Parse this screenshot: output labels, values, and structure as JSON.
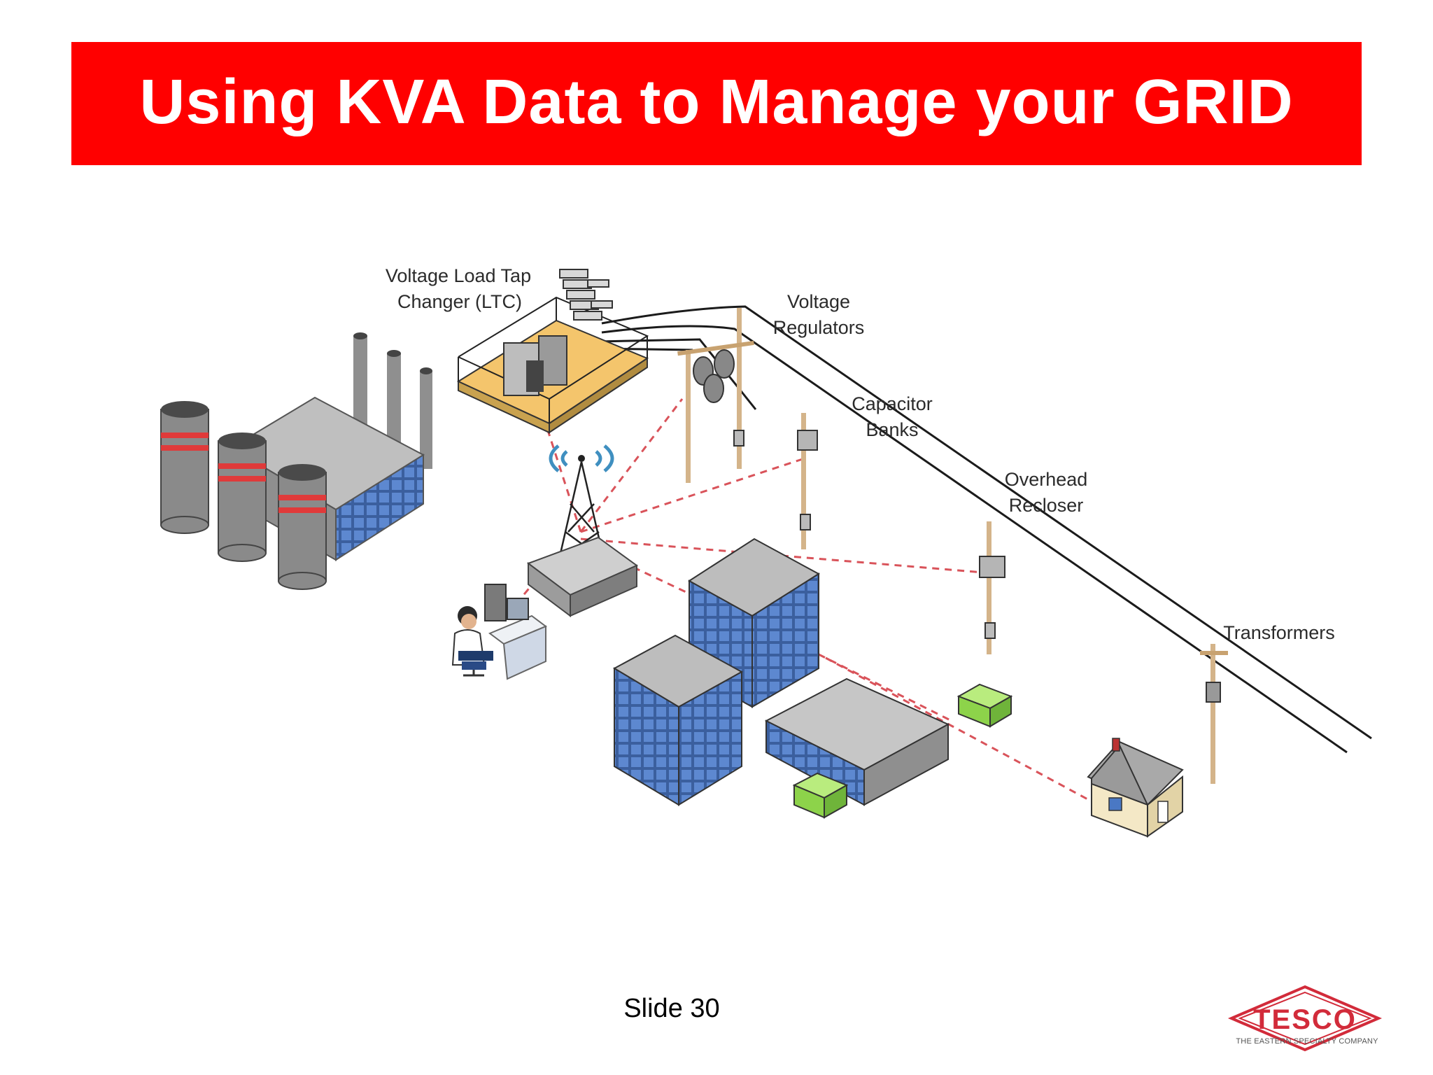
{
  "slide": {
    "title": "Using KVA Data to Manage your GRID",
    "slide_number": "Slide 30"
  },
  "diagram": {
    "labels": {
      "ltc_line1": "Voltage Load Tap",
      "ltc_line2": "Changer (LTC)",
      "regulators_line1": "Voltage",
      "regulators_line2": "Regulators",
      "capacitor_line1": "Capacitor",
      "capacitor_line2": "Banks",
      "recloser_line1": "Overhead",
      "recloser_line2": "Recloser",
      "transformers": "Transformers"
    },
    "icons": [
      "power-plant",
      "substation",
      "radio-tower",
      "operator-workstation",
      "utility-pole",
      "office-building",
      "house",
      "pad-mount-transformer"
    ]
  },
  "logo": {
    "mark": "TESCO",
    "tagline": "THE EASTERN SPECIALTY COMPANY"
  },
  "colors": {
    "title_bg": "#ff0000",
    "title_text": "#ffffff",
    "link_line": "#d9535a",
    "building_glass": "#4a78c4",
    "equipment_green": "#8dd34a",
    "plant_stripe": "#e03a3a"
  }
}
